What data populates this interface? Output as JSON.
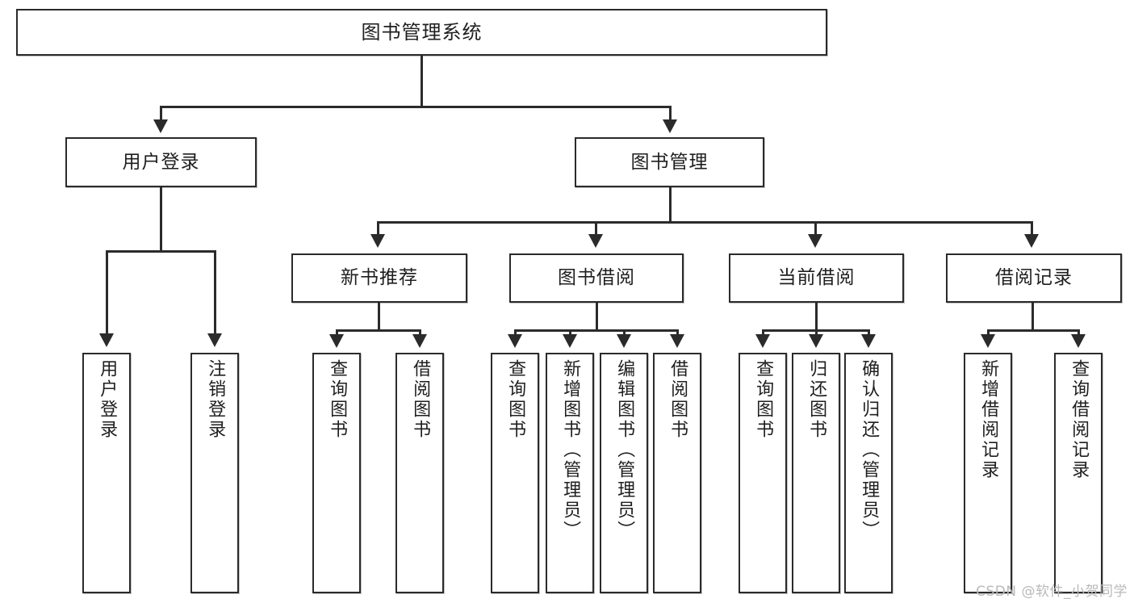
{
  "diagram": {
    "type": "tree-hierarchy",
    "title": "图书管理系统",
    "watermark": "CSDN @软件_小贺同学",
    "colors": {
      "stroke": "#2b2b2b",
      "fill": "#ffffff",
      "text": "#1f1f1f",
      "watermark": "#b9b9b9"
    },
    "nodes": {
      "root": {
        "label": "图书管理系统"
      },
      "level2": [
        {
          "label": "用户登录"
        },
        {
          "label": "图书管理"
        }
      ],
      "level3": [
        {
          "label": "新书推荐"
        },
        {
          "label": "图书借阅"
        },
        {
          "label": "当前借阅"
        },
        {
          "label": "借阅记录"
        }
      ],
      "leaves": {
        "user_login": [
          {
            "label": "用户登录"
          },
          {
            "label": "注销登录"
          }
        ],
        "new_book_recommend": [
          {
            "label": "查询图书"
          },
          {
            "label": "借阅图书"
          }
        ],
        "book_borrow": [
          {
            "label": "查询图书"
          },
          {
            "label": "新增图书（管理员）"
          },
          {
            "label": "编辑图书（管理员）"
          },
          {
            "label": "借阅图书"
          }
        ],
        "current_borrow": [
          {
            "label": "查询图书"
          },
          {
            "label": "归还图书"
          },
          {
            "label": "确认归还（管理员）"
          }
        ],
        "borrow_record": [
          {
            "label": "新增借阅记录"
          },
          {
            "label": "查询借阅记录"
          }
        ]
      }
    }
  }
}
